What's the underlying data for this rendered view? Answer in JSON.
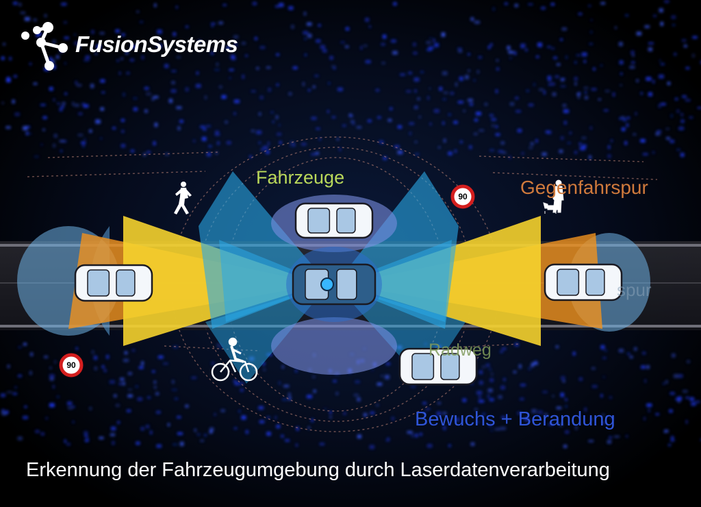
{
  "logo": {
    "text": "FusionSystems",
    "icon": "molecule-logo-icon"
  },
  "labels": {
    "vehicles": "Fahrzeuge",
    "oncoming_lane": "Gegenfahrspur",
    "own_lane": "spur",
    "bike_lane": "Radweg",
    "vegetation": "Bewuchs + Berandung"
  },
  "speed_signs": [
    {
      "value": "90"
    },
    {
      "value": "90"
    }
  ],
  "caption": "Erkennung der Fahrzeugumgebung durch Laserdatenverarbeitung",
  "colors": {
    "background": "#000000",
    "lidar_points": "#1f3cff",
    "sensor_blue": "#29a8e6",
    "sensor_yellow": "#f5d12e",
    "sensor_orange": "#f0921e",
    "label_vehicles": "#b9d85a",
    "label_oncoming": "#d07a3c",
    "label_vegetation": "#2f55d8"
  }
}
